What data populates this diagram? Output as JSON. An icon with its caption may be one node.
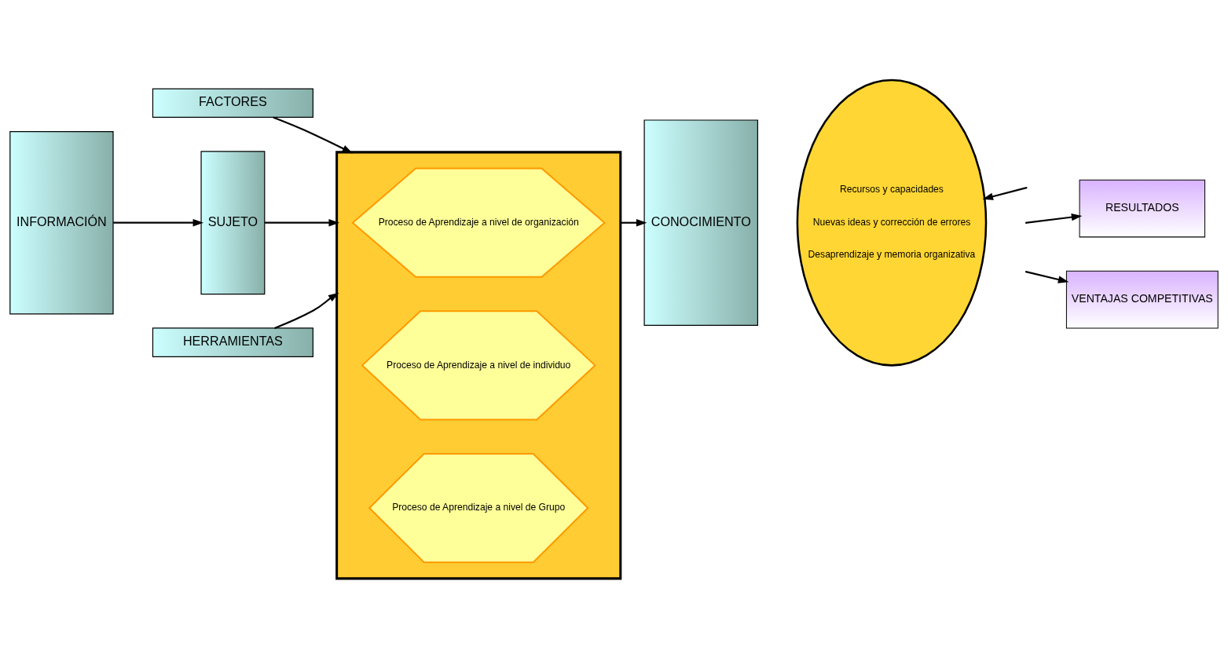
{
  "diagram": {
    "nodes": [
      {
        "text": [
          "FACTORES"
        ]
      },
      {
        "text": [
          "INFORMACIÓN"
        ]
      },
      {
        "text": [
          "SUJETO"
        ]
      },
      {
        "text": [],
        "shape": "pentagon"
      },
      {
        "text": [
          "Proceso de Aprendizaje a nivel de organización"
        ],
        "in": 3
      },
      {
        "text": [
          "Proceso de Aprendizaje a nivel de individuo"
        ],
        "in": 3
      },
      {
        "text": [
          "Proceso de Aprendizaje a nivel de Grupo"
        ],
        "in": 3
      },
      {
        "text": [
          "CONOCIMIENTO"
        ]
      },
      {
        "text": [
          "Recursos y capacidades",
          "Nuevas ideas y corrección de errores",
          "Desaprendizaje y memoria organizativa"
        ]
      },
      {
        "text": [
          "RESULTADOS"
        ]
      },
      {
        "text": [
          "VENTAJAS COMPETITIVAS"
        ]
      },
      {
        "text": [
          "HERRAMIENTAS"
        ]
      }
    ],
    "edges": [
      {
        "from": 0,
        "to": 3,
        "arrow": "to"
      },
      {
        "from": 1,
        "to": 2,
        "arrow": "to"
      },
      {
        "from": 2,
        "to": 3,
        "arrow": "to"
      },
      {
        "from": 3,
        "to": 7,
        "arrow": "to"
      },
      {
        "from": 11,
        "to": 3,
        "arrow": "to"
      },
      {
        "from": null,
        "to": 8,
        "arrow": "to"
      },
      {
        "from": null,
        "to": 9,
        "arrow": "to"
      },
      {
        "from": null,
        "to": 10,
        "arrow": "to"
      }
    ]
  }
}
